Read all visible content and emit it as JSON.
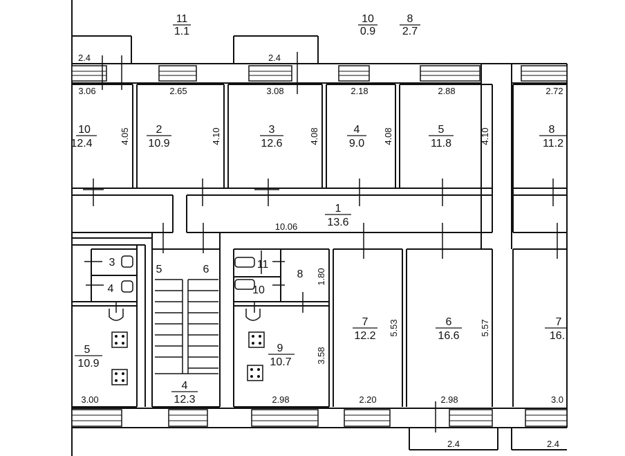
{
  "rooms": [
    {
      "id": "room-10-top",
      "number": "10",
      "area": "12.4"
    },
    {
      "id": "room-2",
      "number": "2",
      "area": "10.9"
    },
    {
      "id": "room-3",
      "number": "3",
      "area": "12.6"
    },
    {
      "id": "room-4-top",
      "number": "4",
      "area": "9.0"
    },
    {
      "id": "room-5-top",
      "number": "5",
      "area": "11.8"
    },
    {
      "id": "room-8-top",
      "number": "8",
      "area": "11.2"
    },
    {
      "id": "room-1-corridor",
      "number": "1",
      "area": "13.6"
    },
    {
      "id": "room-7-mid",
      "number": "7",
      "area": "12.2"
    },
    {
      "id": "room-6-mid",
      "number": "6",
      "area": "16.6"
    },
    {
      "id": "room-7-right",
      "number": "7",
      "area": "16."
    },
    {
      "id": "room-9",
      "number": "9",
      "area": "10.7"
    },
    {
      "id": "room-5-bottom",
      "number": "5",
      "area": "10.9"
    },
    {
      "id": "room-4-stair",
      "number": "4",
      "area": "12.3"
    },
    {
      "id": "balcony-11",
      "number": "11",
      "area": "1.1"
    },
    {
      "id": "balcony-10",
      "number": "10",
      "area": "0.9"
    },
    {
      "id": "balcony-8",
      "number": "8",
      "area": "2.7"
    }
  ],
  "small_labels": [
    {
      "id": "label-3",
      "text": "3"
    },
    {
      "id": "label-4",
      "text": "4"
    },
    {
      "id": "label-5",
      "text": "5"
    },
    {
      "id": "label-6",
      "text": "6"
    },
    {
      "id": "label-11",
      "text": "11"
    },
    {
      "id": "label-10",
      "text": "10"
    },
    {
      "id": "label-8",
      "text": "8"
    }
  ],
  "dimensions": [
    {
      "id": "dim-2-4-left",
      "text": "2.4"
    },
    {
      "id": "dim-2-4-center",
      "text": "2.4"
    },
    {
      "id": "dim-3-06",
      "text": "3.06"
    },
    {
      "id": "dim-2-65",
      "text": "2.65"
    },
    {
      "id": "dim-3-08",
      "text": "3.08"
    },
    {
      "id": "dim-2-18",
      "text": "2.18"
    },
    {
      "id": "dim-2-88",
      "text": "2.88"
    },
    {
      "id": "dim-2-72",
      "text": "2.72"
    },
    {
      "id": "dim-4-05",
      "text": "4.05"
    },
    {
      "id": "dim-4-10-a",
      "text": "4.10"
    },
    {
      "id": "dim-4-08-a",
      "text": "4.08"
    },
    {
      "id": "dim-4-08-b",
      "text": "4.08"
    },
    {
      "id": "dim-4-10-b",
      "text": "4.10"
    },
    {
      "id": "dim-10-06",
      "text": "10.06"
    },
    {
      "id": "dim-1-80",
      "text": "1.80"
    },
    {
      "id": "dim-5-53",
      "text": "5.53"
    },
    {
      "id": "dim-5-57",
      "text": "5.57"
    },
    {
      "id": "dim-3-58",
      "text": "3.58"
    },
    {
      "id": "dim-3-00",
      "text": "3.00"
    },
    {
      "id": "dim-2-98-a",
      "text": "2.98"
    },
    {
      "id": "dim-2-20",
      "text": "2.20"
    },
    {
      "id": "dim-2-98-b",
      "text": "2.98"
    },
    {
      "id": "dim-3-0",
      "text": "3.0"
    },
    {
      "id": "dim-2-4-bottom-a",
      "text": "2.4"
    },
    {
      "id": "dim-2-4-bottom-b",
      "text": "2.4"
    }
  ]
}
